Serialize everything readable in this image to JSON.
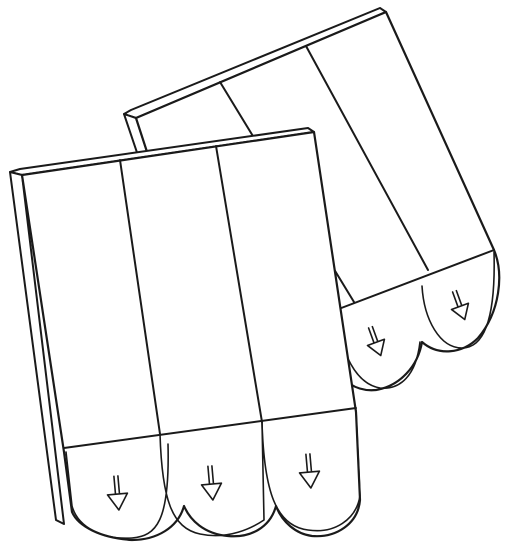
{
  "illustration": {
    "subject": "adhesive-strip-packs",
    "packs": [
      {
        "id": "back-pack",
        "strip_count": 3,
        "pull_tab_icon": "down-arrow-icon"
      },
      {
        "id": "front-pack",
        "strip_count": 3,
        "pull_tab_icon": "down-arrow-icon"
      }
    ],
    "colors": {
      "stroke": "#1a1a1a",
      "fill": "#ffffff",
      "background": "#ffffff"
    }
  }
}
